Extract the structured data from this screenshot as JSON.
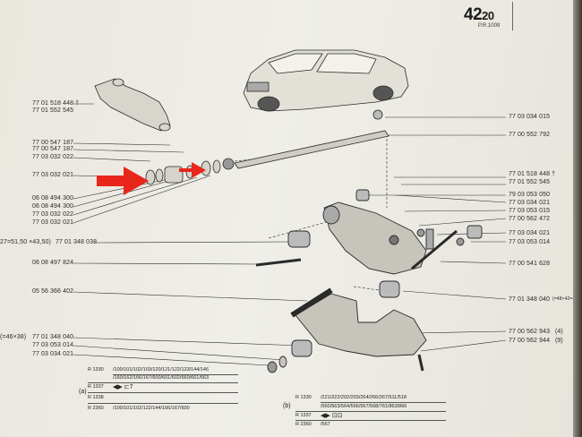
{
  "page": {
    "number": "42",
    "sub_number": "20",
    "ref": "P.R.1009"
  },
  "left_part_numbers": [
    "77 01 518 448 †",
    "77 01 552 545",
    "77 00 547 187",
    "77 00 547 187",
    "77 03 032 022",
    "77 03 032 021",
    "06 08 494 300",
    "06 08 494 300",
    "77 03 032 022",
    "77 03 032 021",
    "77 01 348 038",
    "06 08 497 824",
    "05 56 366 402",
    "77 01 348 040",
    "77 03 053 014",
    "77 03 034 021"
  ],
  "left_prefixes": {
    "pn_038": "27=51,50 ×43,50)",
    "pn_040": "(=46×38)"
  },
  "right_part_numbers": [
    "77 03 034 015",
    "77 00 552 792",
    "77 01 518 448 †",
    "77 01 552 545",
    "79 03 053 050",
    "77 03 034 021",
    "77 03 053 015",
    "77 00 562 472",
    "77 03 034 021",
    "77 03 053 014",
    "77 00 541 628",
    "77 01 348 040",
    "77 00 562 943",
    "77 00 562 944"
  ],
  "right_suffixes": {
    "pn_040": "(=48×42=48",
    "pn_943": "(4)",
    "pn_944": "(9)"
  },
  "table_a": {
    "label": "(a)",
    "rows": [
      {
        "code": "R 1330",
        "models": "/100/101/102/103/120/121/122/123/144/146"
      },
      {
        "code": "",
        "models": "/160/162/166/167/600/601/602/660/661/663"
      },
      {
        "code": "R 1337",
        "models": ""
      },
      {
        "code": "R 1338",
        "models": ""
      },
      {
        "code": "R 2360",
        "models": "/100/101/102/122/144/166/167/600"
      }
    ]
  },
  "table_b": {
    "label": "(b)",
    "rows": [
      {
        "code": "R 1330",
        "models": "/221/222/202/203/264/266/267/511/518"
      },
      {
        "code": "",
        "models": "/560/563/564/566/567/568/761/863/866"
      },
      {
        "code": "R 1337",
        "models": ""
      },
      {
        "code": "R 2360",
        "models": "/567"
      }
    ]
  },
  "colors": {
    "arrow": "#e8261c",
    "ink": "#2a2a2a",
    "paper": "#ecebe4"
  }
}
